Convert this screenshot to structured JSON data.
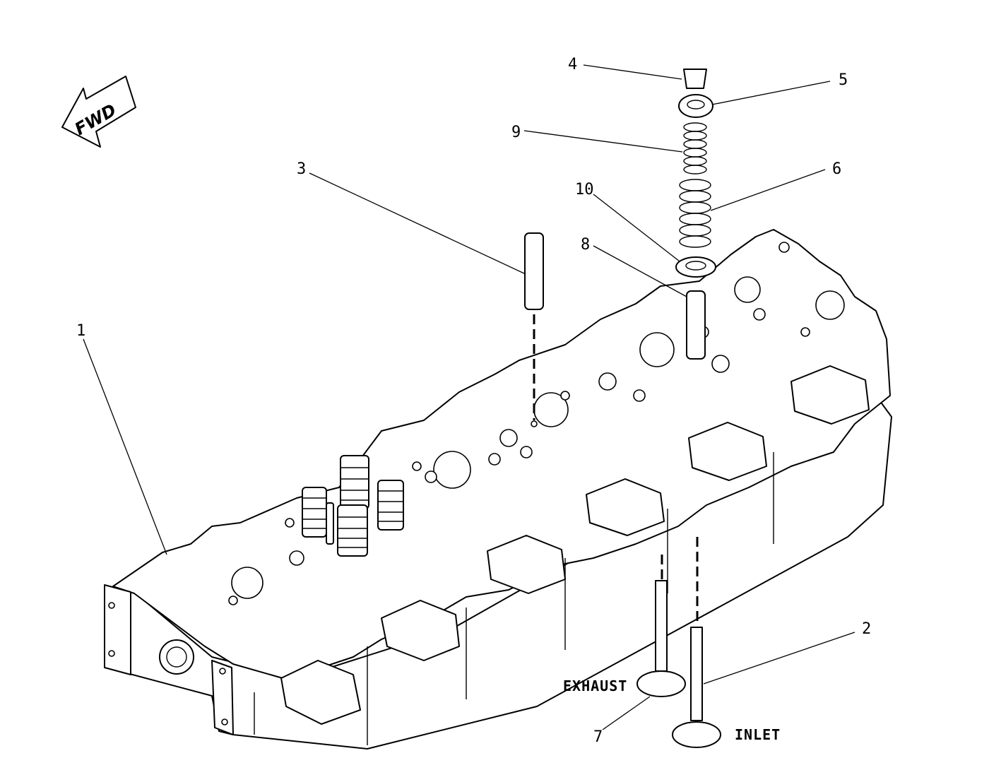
{
  "direction_label": "FWD",
  "callouts": [
    {
      "id": "1",
      "text": "1"
    },
    {
      "id": "2",
      "text": "2"
    },
    {
      "id": "3",
      "text": "3"
    },
    {
      "id": "4",
      "text": "4"
    },
    {
      "id": "5",
      "text": "5"
    },
    {
      "id": "6",
      "text": "6"
    },
    {
      "id": "7",
      "text": "7"
    },
    {
      "id": "8",
      "text": "8"
    },
    {
      "id": "9",
      "text": "9"
    },
    {
      "id": "10",
      "text": "10"
    }
  ],
  "labels": {
    "exhaust": "EXHAUST",
    "inlet": "INLET"
  }
}
